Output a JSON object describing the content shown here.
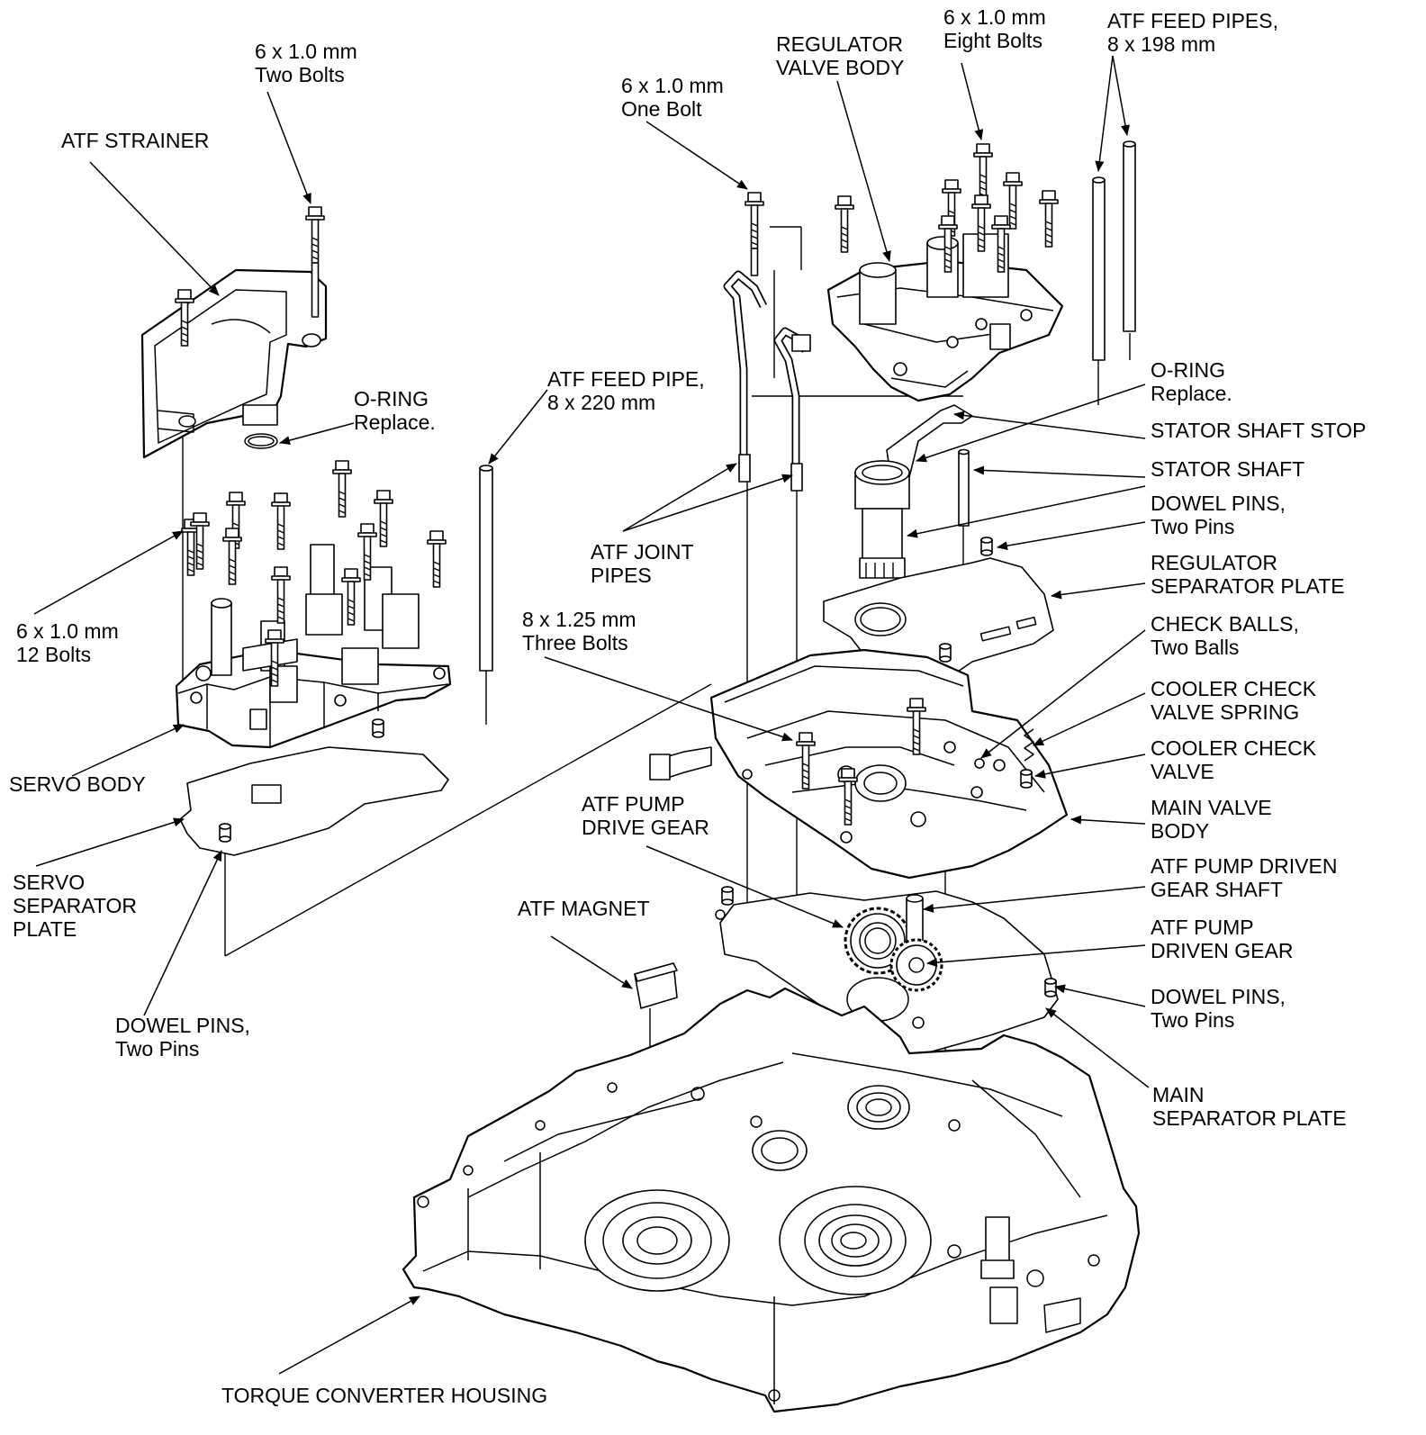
{
  "labels": {
    "bolts_2": [
      "6 x 1.0 mm",
      "Two Bolts"
    ],
    "atf_strainer": [
      "ATF STRAINER"
    ],
    "o_ring_left": [
      "O-RING",
      "Replace."
    ],
    "bolts_12": [
      "6 x 1.0 mm",
      "12 Bolts"
    ],
    "servo_body": [
      "SERVO BODY"
    ],
    "servo_separator_plate": [
      "SERVO",
      "SEPARATOR",
      "PLATE"
    ],
    "dowel_pins_left": [
      "DOWEL PINS,",
      "Two Pins"
    ],
    "atf_feed_pipe_220": [
      "ATF FEED PIPE,",
      "8 x 220 mm"
    ],
    "bolt_one": [
      "6 x 1.0 mm",
      "One Bolt"
    ],
    "regulator_valve_body": [
      "REGULATOR",
      "VALVE BODY"
    ],
    "bolts_8": [
      "6 x 1.0 mm",
      "Eight Bolts"
    ],
    "atf_feed_pipes_198": [
      "ATF FEED PIPES,",
      "8 x 198 mm"
    ],
    "o_ring_right": [
      "O-RING",
      "Replace."
    ],
    "stator_shaft_stop": [
      "STATOR SHAFT STOP"
    ],
    "stator_shaft": [
      "STATOR SHAFT"
    ],
    "dowel_pins_r1": [
      "DOWEL PINS,",
      "Two Pins"
    ],
    "regulator_separator_plate": [
      "REGULATOR",
      "SEPARATOR PLATE"
    ],
    "check_balls": [
      "CHECK BALLS,",
      "Two Balls"
    ],
    "cooler_check_valve_spring": [
      "COOLER CHECK",
      "VALVE SPRING"
    ],
    "cooler_check_valve": [
      "COOLER CHECK",
      "VALVE"
    ],
    "main_valve_body": [
      "MAIN VALVE",
      "BODY"
    ],
    "atf_joint_pipes": [
      "ATF JOINT",
      "PIPES"
    ],
    "bolts_three": [
      "8 x 1.25 mm",
      "Three Bolts"
    ],
    "atf_pump_drive_gear": [
      "ATF PUMP",
      "DRIVE GEAR"
    ],
    "atf_pump_driven_gear_shaft": [
      "ATF PUMP DRIVEN",
      "GEAR SHAFT"
    ],
    "atf_magnet": [
      "ATF MAGNET"
    ],
    "atf_pump_driven_gear": [
      "ATF PUMP",
      "DRIVEN GEAR"
    ],
    "dowel_pins_r2": [
      "DOWEL PINS,",
      "Two Pins"
    ],
    "main_separator_plate": [
      "MAIN",
      "SEPARATOR PLATE"
    ],
    "torque_converter_housing": [
      "TORQUE CONVERTER HOUSING"
    ]
  }
}
